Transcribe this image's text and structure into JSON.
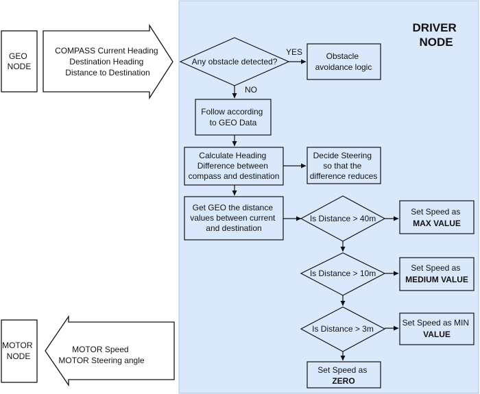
{
  "diagram": {
    "region_title": [
      "DRIVER",
      "NODE"
    ],
    "geo_node": {
      "label": [
        "GEO",
        "NODE"
      ]
    },
    "geo_arrow": {
      "label": [
        "COMPASS Current Heading",
        "Destination Heading",
        "Distance to Destination"
      ]
    },
    "motor_node": {
      "label": [
        "MOTOR",
        "NODE"
      ]
    },
    "motor_arrow": {
      "label": [
        "MOTOR Speed",
        "MOTOR Steering angle"
      ]
    },
    "nodes": {
      "obstacle_decision": [
        "Any obstacle detected?"
      ],
      "obstacle_logic": [
        "Obstacle",
        "avoidance logic"
      ],
      "follow_geo": [
        "Follow according",
        "to GEO Data"
      ],
      "calc_heading": [
        "Calculate Heading",
        "Difference between",
        "compass and destination"
      ],
      "decide_steering": [
        "Decide Steering",
        "so that the",
        "difference reduces"
      ],
      "get_geo": [
        "Get GEO the distance",
        "values between current",
        "and destination"
      ],
      "dist40": [
        "Is Distance > 40m"
      ],
      "speed_max": {
        "line1": "Set Speed as",
        "line2": "MAX VALUE"
      },
      "dist10": [
        "Is Distance > 10m"
      ],
      "speed_medium": {
        "line1": "Set Speed as",
        "line2": "MEDIUM VALUE"
      },
      "dist3": [
        "Is Distance > 3m"
      ],
      "speed_min": {
        "line1": "Set Speed as MIN",
        "line2": "VALUE"
      },
      "speed_zero": {
        "line1": "Set Speed as",
        "line2": "ZERO"
      }
    },
    "edge_labels": {
      "yes": "YES",
      "no": "NO"
    },
    "colors": {
      "region_fill": "#dae8fc",
      "region_stroke": "#a9c4eb",
      "line": "#111111"
    }
  }
}
